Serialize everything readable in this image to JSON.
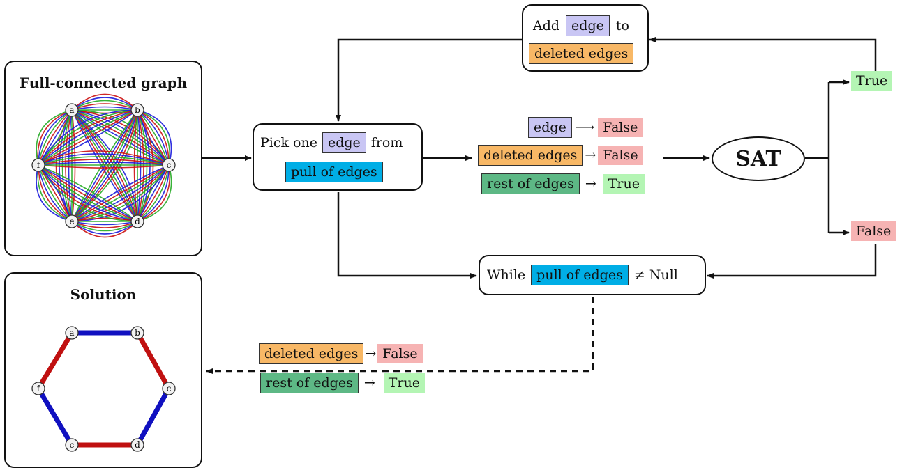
{
  "graph_panel": {
    "title": "Full-connected graph",
    "nodes": [
      "a",
      "b",
      "c",
      "d",
      "e",
      "f"
    ],
    "edge_colors": [
      "#1a1adb",
      "#cc1111",
      "#22aa22"
    ]
  },
  "solution_panel": {
    "title": "Solution",
    "nodes": [
      "a",
      "b",
      "c",
      "d",
      "c",
      "f"
    ],
    "edges": [
      {
        "from": 0,
        "to": 1,
        "color": "#1010c0"
      },
      {
        "from": 1,
        "to": 2,
        "color": "#c01010"
      },
      {
        "from": 2,
        "to": 3,
        "color": "#1010c0"
      },
      {
        "from": 3,
        "to": 4,
        "color": "#c01010"
      },
      {
        "from": 4,
        "to": 5,
        "color": "#1010c0"
      },
      {
        "from": 5,
        "to": 0,
        "color": "#c01010"
      }
    ]
  },
  "pick_box": {
    "prefix": "Pick one",
    "edge": "edge",
    "suffix": "from",
    "pool": "pull of edges"
  },
  "add_box": {
    "prefix": "Add",
    "edge": "edge",
    "suffix": "to",
    "deleted": "deleted edges"
  },
  "assign": {
    "edge": "edge",
    "arrow": "⟶",
    "deleted": "deleted edges",
    "rest": "rest of edges",
    "arrow_short": "→",
    "false": "False",
    "true": "True"
  },
  "sat_label": "SAT",
  "branch_true": "True",
  "branch_false": "False",
  "while_box": {
    "prefix": "While",
    "pool": "pull of edges",
    "suffix": "≠ Null"
  },
  "final": {
    "deleted": "deleted edges",
    "rest": "rest of edges",
    "arrow": "→",
    "false": "False",
    "true": "True"
  },
  "colors": {
    "edge": "#c9c6f4",
    "deleted": "#f8b866",
    "pool": "#00aee6",
    "rest": "#5db885",
    "true": "#b4f5b4",
    "false": "#f6b3b3"
  }
}
